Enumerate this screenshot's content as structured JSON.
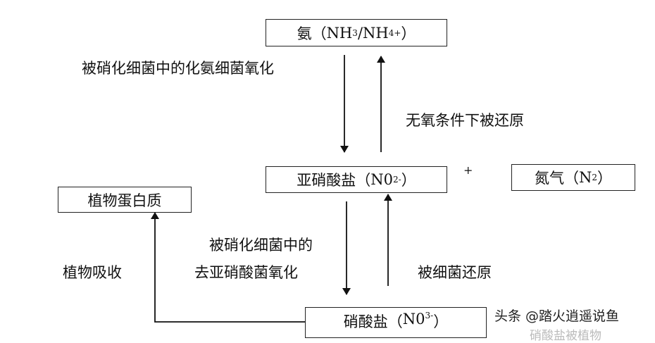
{
  "nodes": {
    "ammonia": {
      "name": "氨",
      "paren_open": "（",
      "nh": "NH",
      "sub3": "3",
      "slash": "/NH",
      "sub4": "4",
      "sup_plus": "+",
      "paren_close": "）"
    },
    "nitrite": {
      "name": "亚硝酸盐",
      "paren_open": "（",
      "no": "N0",
      "sub2": "2",
      "sup_minus": "-",
      "paren_close": "）"
    },
    "nitrogen_gas": {
      "name": "氮气",
      "paren_open": "（",
      "n": "N",
      "sub2": "2",
      "paren_close": "）"
    },
    "plant_protein": {
      "label": "植物蛋白质"
    },
    "nitrate": {
      "name": "硝酸盐",
      "paren_open": "（",
      "no": "N0",
      "sub3": "3",
      "sup_minus": "-",
      "paren_close": "）"
    }
  },
  "edges": {
    "ammonia_to_nitrite": "被硝化细菌中的化氨细菌氧化",
    "nitrite_to_ammonia": "无氧条件下被还原",
    "nitrite_to_nitrate_line1": "被硝化细菌中的",
    "nitrite_to_nitrate_line2": "去亚硝酸菌氧化",
    "nitrate_to_nitrite": "被细菌还原",
    "nitrate_to_plant": "植物吸收"
  },
  "plus_sign": "+",
  "watermark": "头条 @踏火逍遥说鱼",
  "faded_text": "硝酸盐被植物"
}
